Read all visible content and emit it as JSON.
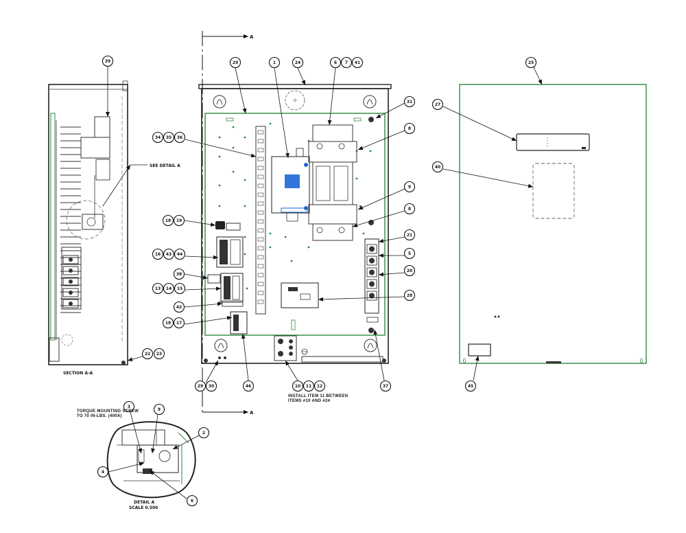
{
  "section_marker": "A",
  "labels": {
    "section_title": "SECTION  A-A",
    "see_detail": "SEE DETAIL  A",
    "detail_title": "DETAIL  A",
    "detail_scale": "SCALE  0.500",
    "torque_line1": "TORQUE MOUNTING SCREW",
    "torque_line2": "TO 70 IN-LBS. (400A)",
    "install_line1": "INSTALL ITEM 11 BETWEEN",
    "install_line2": "ITEMS #10 AND #24"
  },
  "balloons": {
    "b39": "39",
    "b22": "22",
    "b23": "23",
    "b29": "29",
    "b1": "1",
    "b24": "24",
    "b6": "6",
    "b7": "7",
    "b41": "41",
    "b31": "31",
    "b8a": "8",
    "b9a": "9",
    "b8b": "8",
    "b34": "34",
    "b35": "35",
    "b36": "36",
    "b18a": "18",
    "b19": "19",
    "b16": "16",
    "b43": "43",
    "b44": "44",
    "b38": "38",
    "b13": "13",
    "b14": "14",
    "b15": "15",
    "b42": "42",
    "b18b": "18",
    "b17": "17",
    "b21": "21",
    "b5": "5",
    "b20": "20",
    "b28": "28",
    "b29b": "29",
    "b30": "30",
    "b46": "46",
    "b10": "10",
    "b11": "11",
    "b12": "12",
    "b37": "37",
    "b25": "25",
    "b27": "27",
    "b40": "40",
    "b45": "45",
    "b3": "3",
    "b9b": "9",
    "b2": "2",
    "b4": "4",
    "b6b": "6"
  }
}
